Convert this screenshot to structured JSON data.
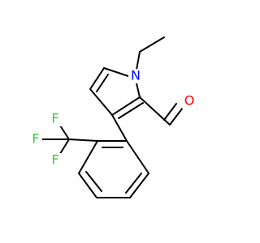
{
  "molecule": {
    "atoms": {
      "n1": {
        "symbol": "N",
        "color": "#0000ff"
      },
      "o1": {
        "symbol": "O",
        "color": "#ff0000"
      },
      "f1": {
        "symbol": "F",
        "color": "#33cc33"
      },
      "f2": {
        "symbol": "F",
        "color": "#33cc33"
      },
      "f3": {
        "symbol": "F",
        "color": "#33cc33"
      }
    },
    "bond_color": "#000000"
  }
}
